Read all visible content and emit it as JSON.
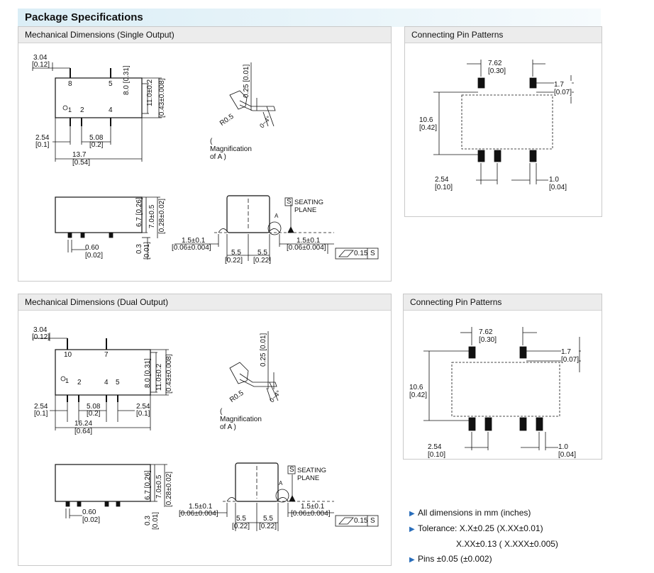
{
  "header": {
    "title": "Package Specifications"
  },
  "panels": {
    "single_mech": {
      "title": "Mechanical Dimensions (Single Output)",
      "labels": {
        "pin_spacing_top": "3.04",
        "pin_spacing_top_in": "[0.12]",
        "pin8": "8",
        "pin5": "5",
        "pin1": "1",
        "pin2": "2",
        "pin4": "4",
        "height_inner": "8.0 [0.31]",
        "height_outer": "11.0±0.2",
        "height_outer_in": "[0.43±0.008]",
        "pitch": "2.54",
        "pitch_in": "[0.1]",
        "pitch2": "5.08",
        "pitch2_in": "[0.2]",
        "length": "13.7 [0.54]",
        "pin_thick": "0.25 [0.01]",
        "radius": "R0.5",
        "angle": "0~4°",
        "magnification": "( Magnification of A )",
        "side_height": "6.7 [0.26]",
        "side_total": "7.0±0.5",
        "side_total_in": "[0.28±0.02]",
        "pin_width": "0.60 [0.02]",
        "pin_len": "0.3",
        "pin_len_in": "[0.01]",
        "seating_s": "S",
        "seating": "SEATING PLANE",
        "detail_a": "A",
        "standoff_l": "1.5±0.1",
        "standoff_l_in": "[0.06±0.004]",
        "span1": "5.5",
        "span1_in": "[0.22]",
        "span2": "5.5",
        "span2_in": "[0.22]",
        "standoff_r": "1.5±0.1",
        "standoff_r_in": "[0.06±0.004]",
        "flatness": "0.15",
        "flatness_s": "S"
      }
    },
    "single_pins": {
      "title": "Connecting Pin Patterns",
      "labels": {
        "row_spacing": "7.62 [0.30]",
        "offset": "1.7 [0.07]",
        "height": "10.6 [0.42]",
        "pitch": "2.54 [0.10]",
        "pad": "1.0 [0.04]"
      }
    },
    "dual_mech": {
      "title": "Mechanical Dimensions (Dual Output)",
      "labels": {
        "pin_spacing_top": "3.04",
        "pin_spacing_top_in": "[0.12]",
        "pin10": "10",
        "pin7": "7",
        "pin1": "1",
        "pin2": "2",
        "pin4": "4",
        "pin5": "5",
        "height_inner": "8.0 [0.31]",
        "height_outer": "11.0±0.2",
        "height_outer_in": "[0.43±0.008]",
        "pitch_l": "2.54",
        "pitch_l_in": "[0.1]",
        "pitch2": "5.08",
        "pitch2_in": "[0.2]",
        "pitch_r": "2.54",
        "pitch_r_in": "[0.1]",
        "length": "16.24 [0.64]",
        "pin_thick": "0.25 [0.01]",
        "radius": "R0.5",
        "angle": "0~4°",
        "magnification": "( Magnification of A )",
        "side_height": "6.7 [0.26]",
        "side_total": "7.0±0.5",
        "side_total_in": "[0.28±0.02]",
        "pin_width": "0.60 [0.02]",
        "pin_len": "0.3",
        "pin_len_in": "[0.01]",
        "seating_s": "S",
        "seating": "SEATING PLANE",
        "detail_a": "A",
        "standoff_l": "1.5±0.1",
        "standoff_l_in": "[0.06±0.004]",
        "span1": "5.5",
        "span1_in": "[0.22]",
        "span2": "5.5",
        "span2_in": "[0.22]",
        "standoff_r": "1.5±0.1",
        "standoff_r_in": "[0.06±0.004]",
        "flatness": "0.15",
        "flatness_s": "S"
      }
    },
    "dual_pins": {
      "title": "Connecting Pin Patterns",
      "labels": {
        "row_spacing": "7.62 [0.30]",
        "offset": "1.7 [0.07]",
        "height": "10.6 [0.42]",
        "pitch": "2.54 [0.10]",
        "pad": "1.0 [0.04]"
      }
    }
  },
  "notes": [
    "All dimensions in mm (inches)",
    "Tolerance: X.X±0.25 (X.XX±0.01)",
    "X.XX±0.13 ( X.XXX±0.005)",
    "Pins ±0.05 (±0.002)"
  ],
  "colors": {
    "accent_bullet": "#2a6ebb",
    "header_bg": "#dbeef6",
    "panel_head": "#ececec"
  }
}
